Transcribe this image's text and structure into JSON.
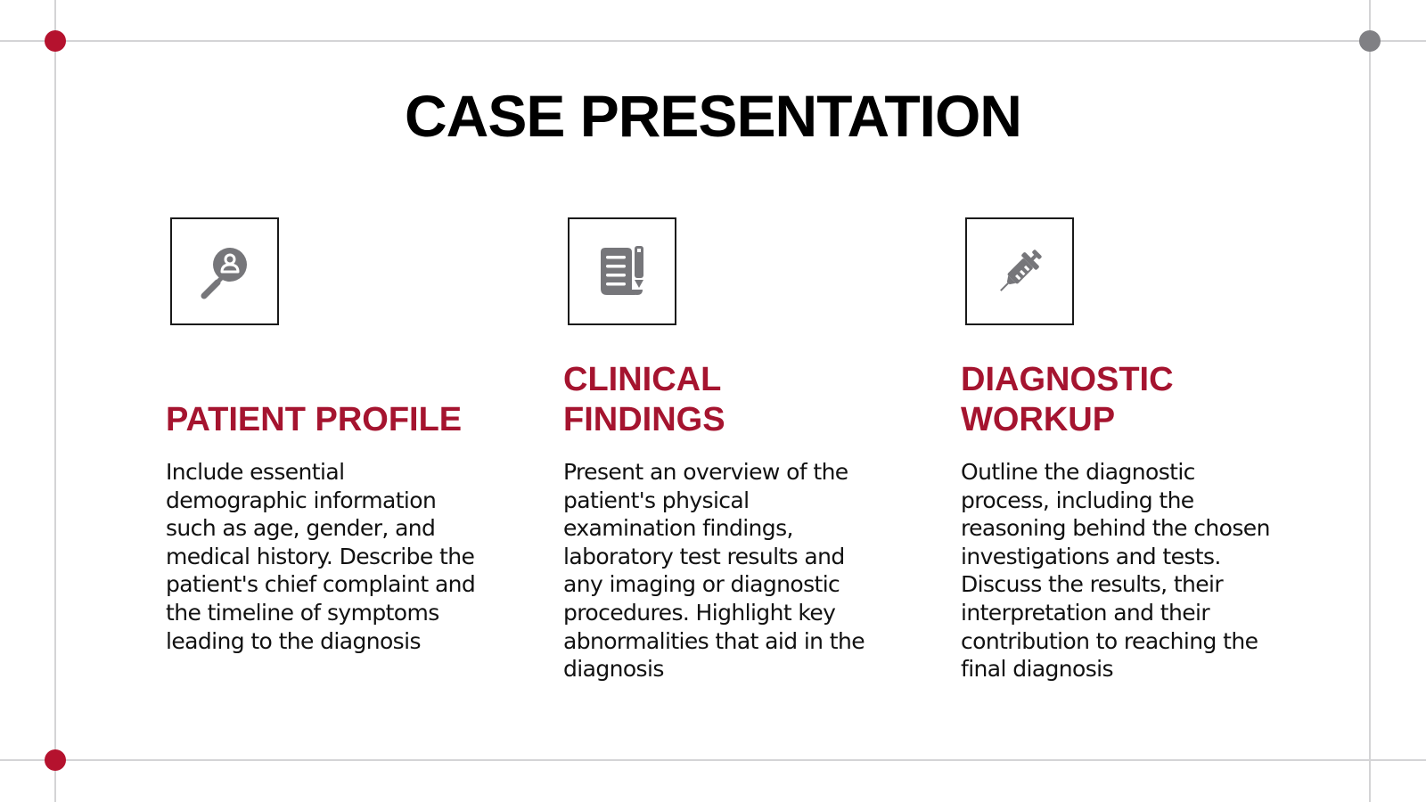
{
  "slide": {
    "title": "CASE PRESENTATION",
    "colors": {
      "accent_red": "#b5122e",
      "heading_red": "#a5142f",
      "icon_gray": "#76767a",
      "dot_gray": "#808084",
      "frame_line": "#d4d4d6"
    },
    "columns": [
      {
        "icon": "magnifier-user-icon",
        "heading": "PATIENT PROFILE",
        "body": "Include essential demographic information such as age, gender, and medical history. Describe the patient's chief complaint and the timeline of symptoms leading to the diagnosis"
      },
      {
        "icon": "document-pencil-icon",
        "heading": "CLINICAL FINDINGS",
        "body": "Present an overview of the patient's physical examination findings, laboratory test results and any imaging or diagnostic procedures. Highlight key abnormalities that aid in the diagnosis"
      },
      {
        "icon": "syringe-icon",
        "heading": "DIAGNOSTIC WORKUP",
        "body": "Outline the diagnostic process, including the reasoning behind the chosen investigations and tests. Discuss the results, their interpretation and their contribution to reaching the final diagnosis"
      }
    ]
  }
}
